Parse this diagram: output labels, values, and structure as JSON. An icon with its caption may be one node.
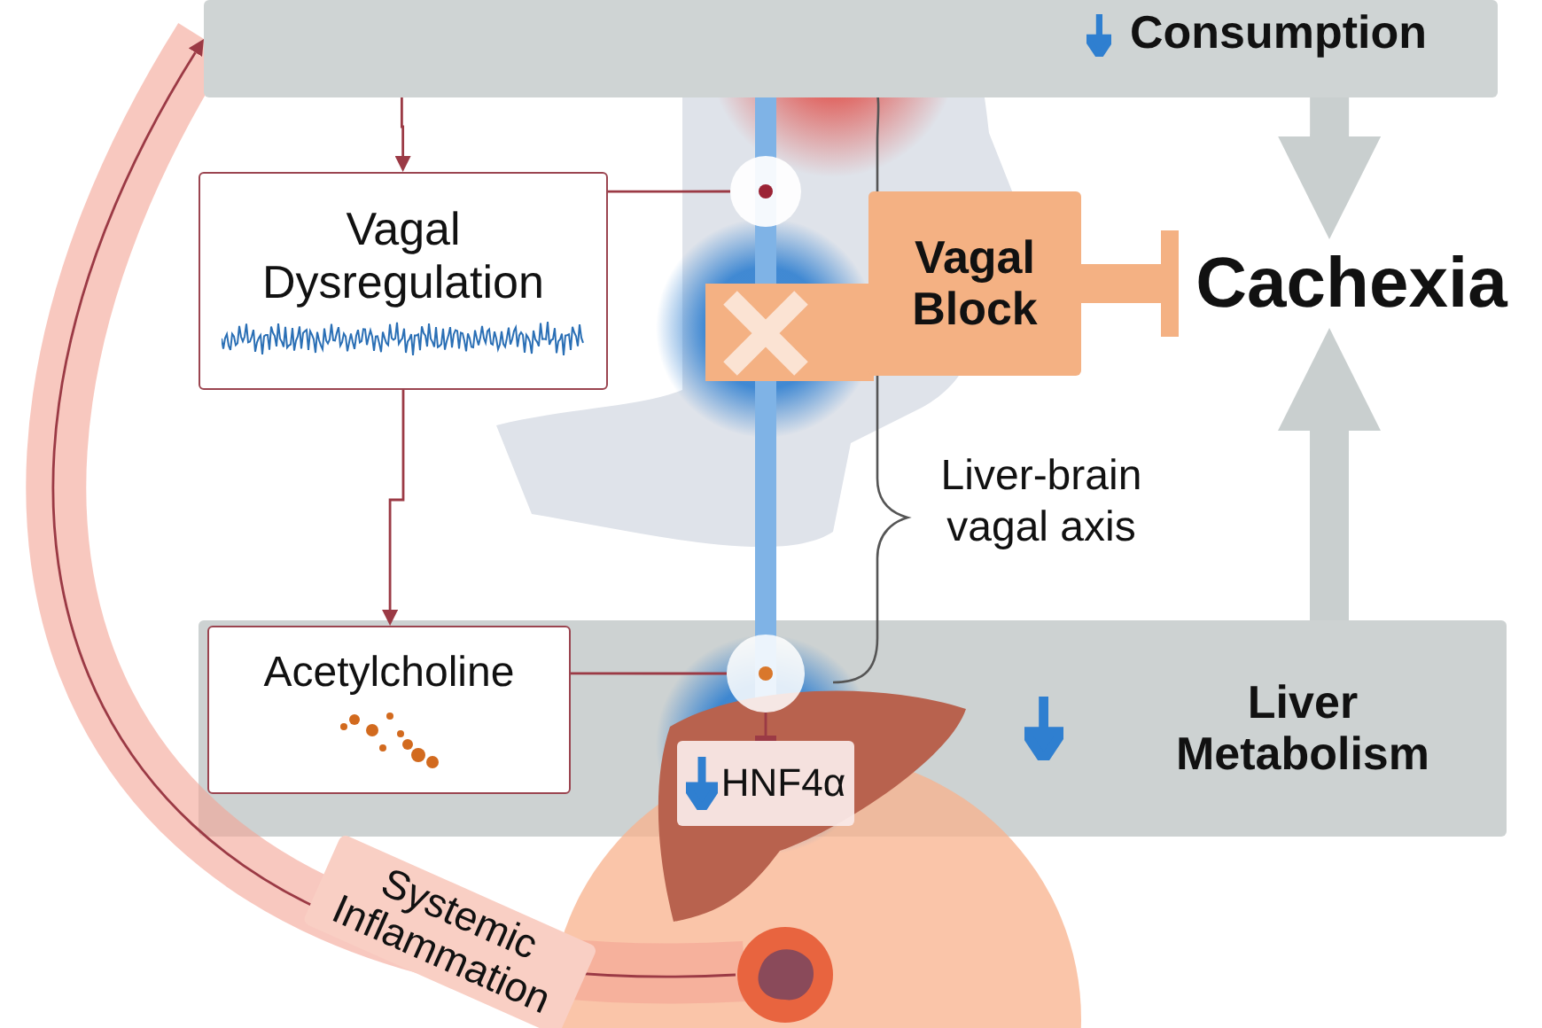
{
  "diagram": {
    "nodes": [
      {
        "text": [
          "Consumption"
        ]
      },
      {
        "text": [
          "Vagal Dysregulation"
        ]
      },
      {
        "text": [
          "Vagal Block"
        ]
      },
      {
        "text": [
          "Cachexia"
        ]
      },
      {
        "text": [],
        "shape": "circle"
      },
      {
        "text": [
          "Liver Metabolism"
        ]
      },
      {
        "text": [
          "Acetylcholine"
        ],
        "in": 5
      },
      {
        "text": [],
        "shape": "circle",
        "in": 5
      },
      {
        "text": [
          "HNF4α"
        ],
        "in": 5
      },
      {
        "text": [],
        "shape": "picture"
      }
    ],
    "edges": [
      {
        "from": 0,
        "to": 1,
        "arrow": "to"
      },
      {
        "from": 1,
        "to": 6,
        "arrow": "to"
      },
      {
        "from": 1,
        "to": 4,
        "arrow": "none"
      },
      {
        "from": 6,
        "to": 7,
        "arrow": "none"
      },
      {
        "from": 0,
        "to": 3,
        "arrow": "to",
        "style": "thick",
        "color": "#c9cfcf"
      },
      {
        "from": 5,
        "to": 3,
        "arrow": "to",
        "style": "thick",
        "color": "#c9cfcf"
      },
      {
        "from": 2,
        "to": 3,
        "arrow": "other",
        "style": "thick",
        "color": "#f4b183"
      },
      {
        "from": 7,
        "to": 8,
        "arrow": "other"
      },
      {
        "from": 9,
        "to": 0,
        "arrow": "to",
        "label": "Systemic Inflammation"
      }
    ],
    "labels": [
      "Liver-brain vagal axis"
    ]
  }
}
